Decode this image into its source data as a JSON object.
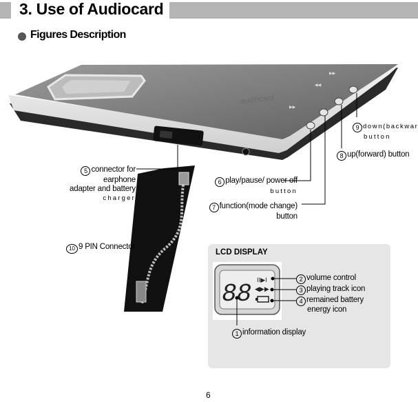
{
  "header": {
    "title": "3. Use of Audiocard",
    "subtitle": "Figures Description"
  },
  "device": {
    "brand_text": "audiocard"
  },
  "labels": {
    "connector_line1": "connector for",
    "connector_line2": "earphone",
    "connector_line3": "adapter and battery",
    "connector_line4": "charger",
    "connector_num": "5",
    "pin_num": "10",
    "pin_label": "9 PIN Connector",
    "play_num": "6",
    "play_line1": "play/pause/ power off",
    "play_line2": "button",
    "function_num": "7",
    "function_line1": "function(mode change)",
    "function_line2": "button",
    "up_num": "8",
    "up_label": "up(forward) button",
    "down_num": "9",
    "down_line1": "down(backward)",
    "down_line2": "button"
  },
  "lcd": {
    "title": "LCD DISPLAY",
    "digits": "88",
    "items": [
      {
        "num": "2",
        "text": "volume control"
      },
      {
        "num": "3",
        "text": "playing track icon"
      },
      {
        "num": "4",
        "text": "remained battery"
      },
      {
        "num": "",
        "text": "energy icon"
      },
      {
        "num": "1",
        "text": "information display"
      }
    ]
  },
  "footer": {
    "page_number": "6"
  }
}
